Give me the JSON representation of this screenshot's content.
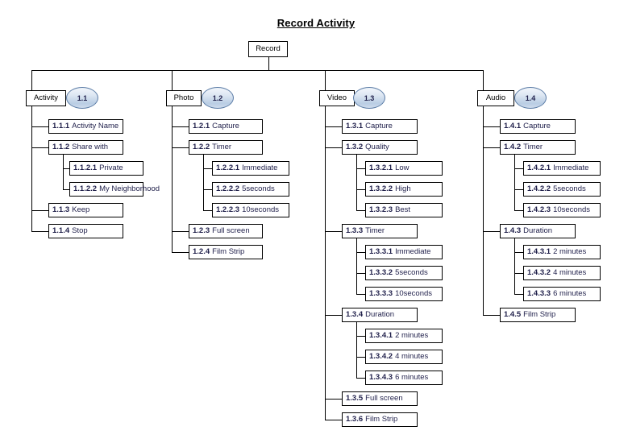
{
  "title": "Record Activity",
  "root": {
    "label": "Record"
  },
  "branches": [
    {
      "id": "activity",
      "label": "Activity",
      "badge": "1.1",
      "children": [
        {
          "num": "1.1.1",
          "label": "Activity Name"
        },
        {
          "num": "1.1.2",
          "label": "Share with",
          "children": [
            {
              "num": "1.1.2.1",
              "label": "Private"
            },
            {
              "num": "1.1.2.2",
              "label": "My Neighborhood"
            }
          ]
        },
        {
          "num": "1.1.3",
          "label": "Keep"
        },
        {
          "num": "1.1.4",
          "label": "Stop"
        }
      ]
    },
    {
      "id": "photo",
      "label": "Photo",
      "badge": "1.2",
      "children": [
        {
          "num": "1.2.1",
          "label": "Capture"
        },
        {
          "num": "1.2.2",
          "label": "Timer",
          "children": [
            {
              "num": "1.2.2.1",
              "label": "Immediate"
            },
            {
              "num": "1.2.2.2",
              "label": "5seconds"
            },
            {
              "num": "1.2.2.3",
              "label": "10seconds"
            }
          ]
        },
        {
          "num": "1.2.3",
          "label": "Full screen"
        },
        {
          "num": "1.2.4",
          "label": "Film Strip"
        }
      ]
    },
    {
      "id": "video",
      "label": "Video",
      "badge": "1.3",
      "children": [
        {
          "num": "1.3.1",
          "label": "Capture"
        },
        {
          "num": "1.3.2",
          "label": "Quality",
          "children": [
            {
              "num": "1.3.2.1",
              "label": "Low"
            },
            {
              "num": "1.3.2.2",
              "label": "High"
            },
            {
              "num": "1.3.2.3",
              "label": "Best"
            }
          ]
        },
        {
          "num": "1.3.3",
          "label": "Timer",
          "children": [
            {
              "num": "1.3.3.1",
              "label": "Immediate"
            },
            {
              "num": "1.3.3.2",
              "label": "5seconds"
            },
            {
              "num": "1.3.3.3",
              "label": "10seconds"
            }
          ]
        },
        {
          "num": "1.3.4",
          "label": "Duration",
          "children": [
            {
              "num": "1.3.4.1",
              "label": "2 minutes"
            },
            {
              "num": "1.3.4.2",
              "label": "4 minutes"
            },
            {
              "num": "1.3.4.3",
              "label": "6 minutes"
            }
          ]
        },
        {
          "num": "1.3.5",
          "label": "Full screen"
        },
        {
          "num": "1.3.6",
          "label": "Film Strip"
        }
      ]
    },
    {
      "id": "audio",
      "label": "Audio",
      "badge": "1.4",
      "children": [
        {
          "num": "1.4.1",
          "label": "Capture"
        },
        {
          "num": "1.4.2",
          "label": "Timer",
          "children": [
            {
              "num": "1.4.2.1",
              "label": "Immediate"
            },
            {
              "num": "1.4.2.2",
              "label": "5seconds"
            },
            {
              "num": "1.4.2.3",
              "label": "10seconds"
            }
          ]
        },
        {
          "num": "1.4.3",
          "label": "Duration",
          "children": [
            {
              "num": "1.4.3.1",
              "label": "2 minutes"
            },
            {
              "num": "1.4.3.2",
              "label": "4 minutes"
            },
            {
              "num": "1.4.3.3",
              "label": "6 minutes"
            }
          ]
        },
        {
          "num": "1.4.5",
          "label": "Film Strip"
        }
      ]
    }
  ],
  "colors": {
    "line": "#000000",
    "line_soft": "#555555",
    "box_border": "#000000",
    "box_fill": "#ffffff",
    "text": "#1f1f4a",
    "badge_border": "#5b7ca6",
    "badge_fill": "#c3d4e8"
  }
}
